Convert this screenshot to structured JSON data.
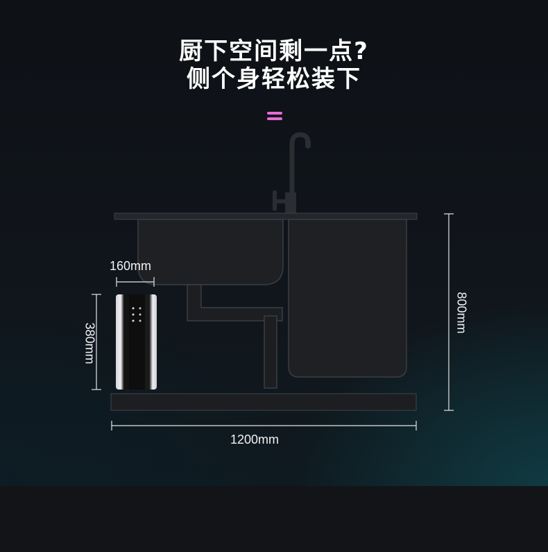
{
  "headline": {
    "line1": "厨下空间剩一点?",
    "line2": "侧个身轻松装下"
  },
  "accent_color": "#e86ad6",
  "dimensions": {
    "device_width": "160mm",
    "device_height": "380mm",
    "cabinet_width": "1200mm",
    "cabinet_height": "800mm"
  },
  "icons": [
    "faucet-icon",
    "sink-icon",
    "water-purifier-icon"
  ]
}
